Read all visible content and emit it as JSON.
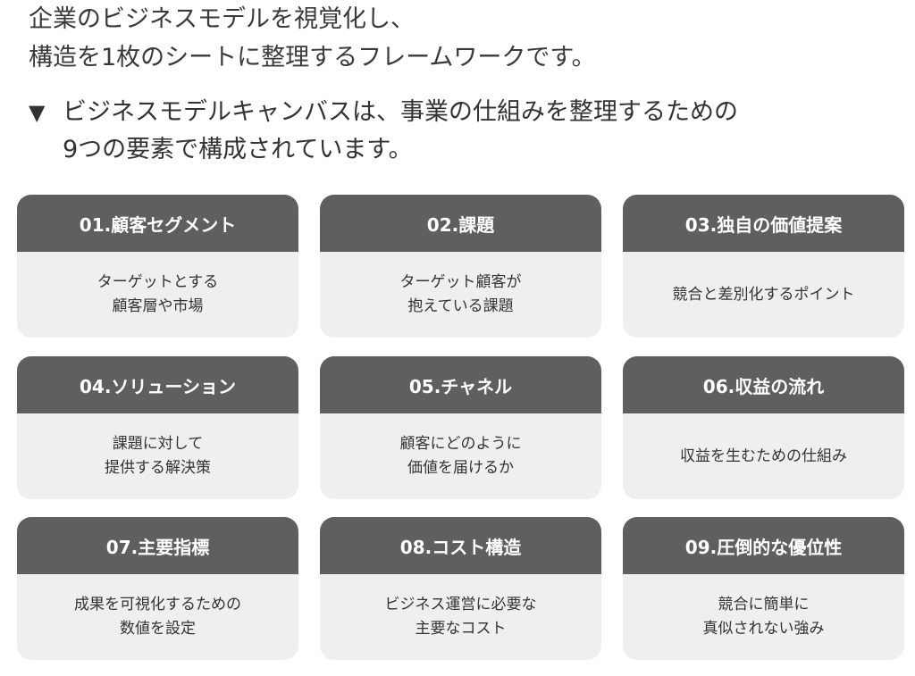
{
  "intro": {
    "line1": "企業のビジネスモデルを視覚化し、",
    "line2": "構造を1枚のシートに整理するフレームワークです。"
  },
  "section": {
    "marker": "▼",
    "line1": "ビジネスモデルキャンバスは、事業の仕組みを整理するための",
    "line2": "9つの要素で構成されています。"
  },
  "cards": [
    {
      "title": "01.顧客セグメント",
      "lines": [
        "ターゲットとする",
        "顧客層や市場"
      ]
    },
    {
      "title": "02.課題",
      "lines": [
        "ターゲット顧客が",
        "抱えている課題"
      ]
    },
    {
      "title": "03.独自の価値提案",
      "lines": [
        "競合と差別化するポイント",
        ""
      ]
    },
    {
      "title": "04.ソリューション",
      "lines": [
        "課題に対して",
        "提供する解決策"
      ]
    },
    {
      "title": "05.チャネル",
      "lines": [
        "顧客にどのように",
        "価値を届けるか"
      ]
    },
    {
      "title": "06.収益の流れ",
      "lines": [
        "収益を生むための仕組み",
        ""
      ]
    },
    {
      "title": "07.主要指標",
      "lines": [
        "成果を可視化するための",
        "数値を設定"
      ]
    },
    {
      "title": "08.コスト構造",
      "lines": [
        "ビジネス運営に必要な",
        "主要なコスト"
      ]
    },
    {
      "title": "09.圧倒的な優位性",
      "lines": [
        "競合に簡単に",
        "真似されない強み"
      ]
    }
  ],
  "colors": {
    "card_header": "#5f5f5f",
    "card_body": "#efefef",
    "text": "#333333"
  }
}
